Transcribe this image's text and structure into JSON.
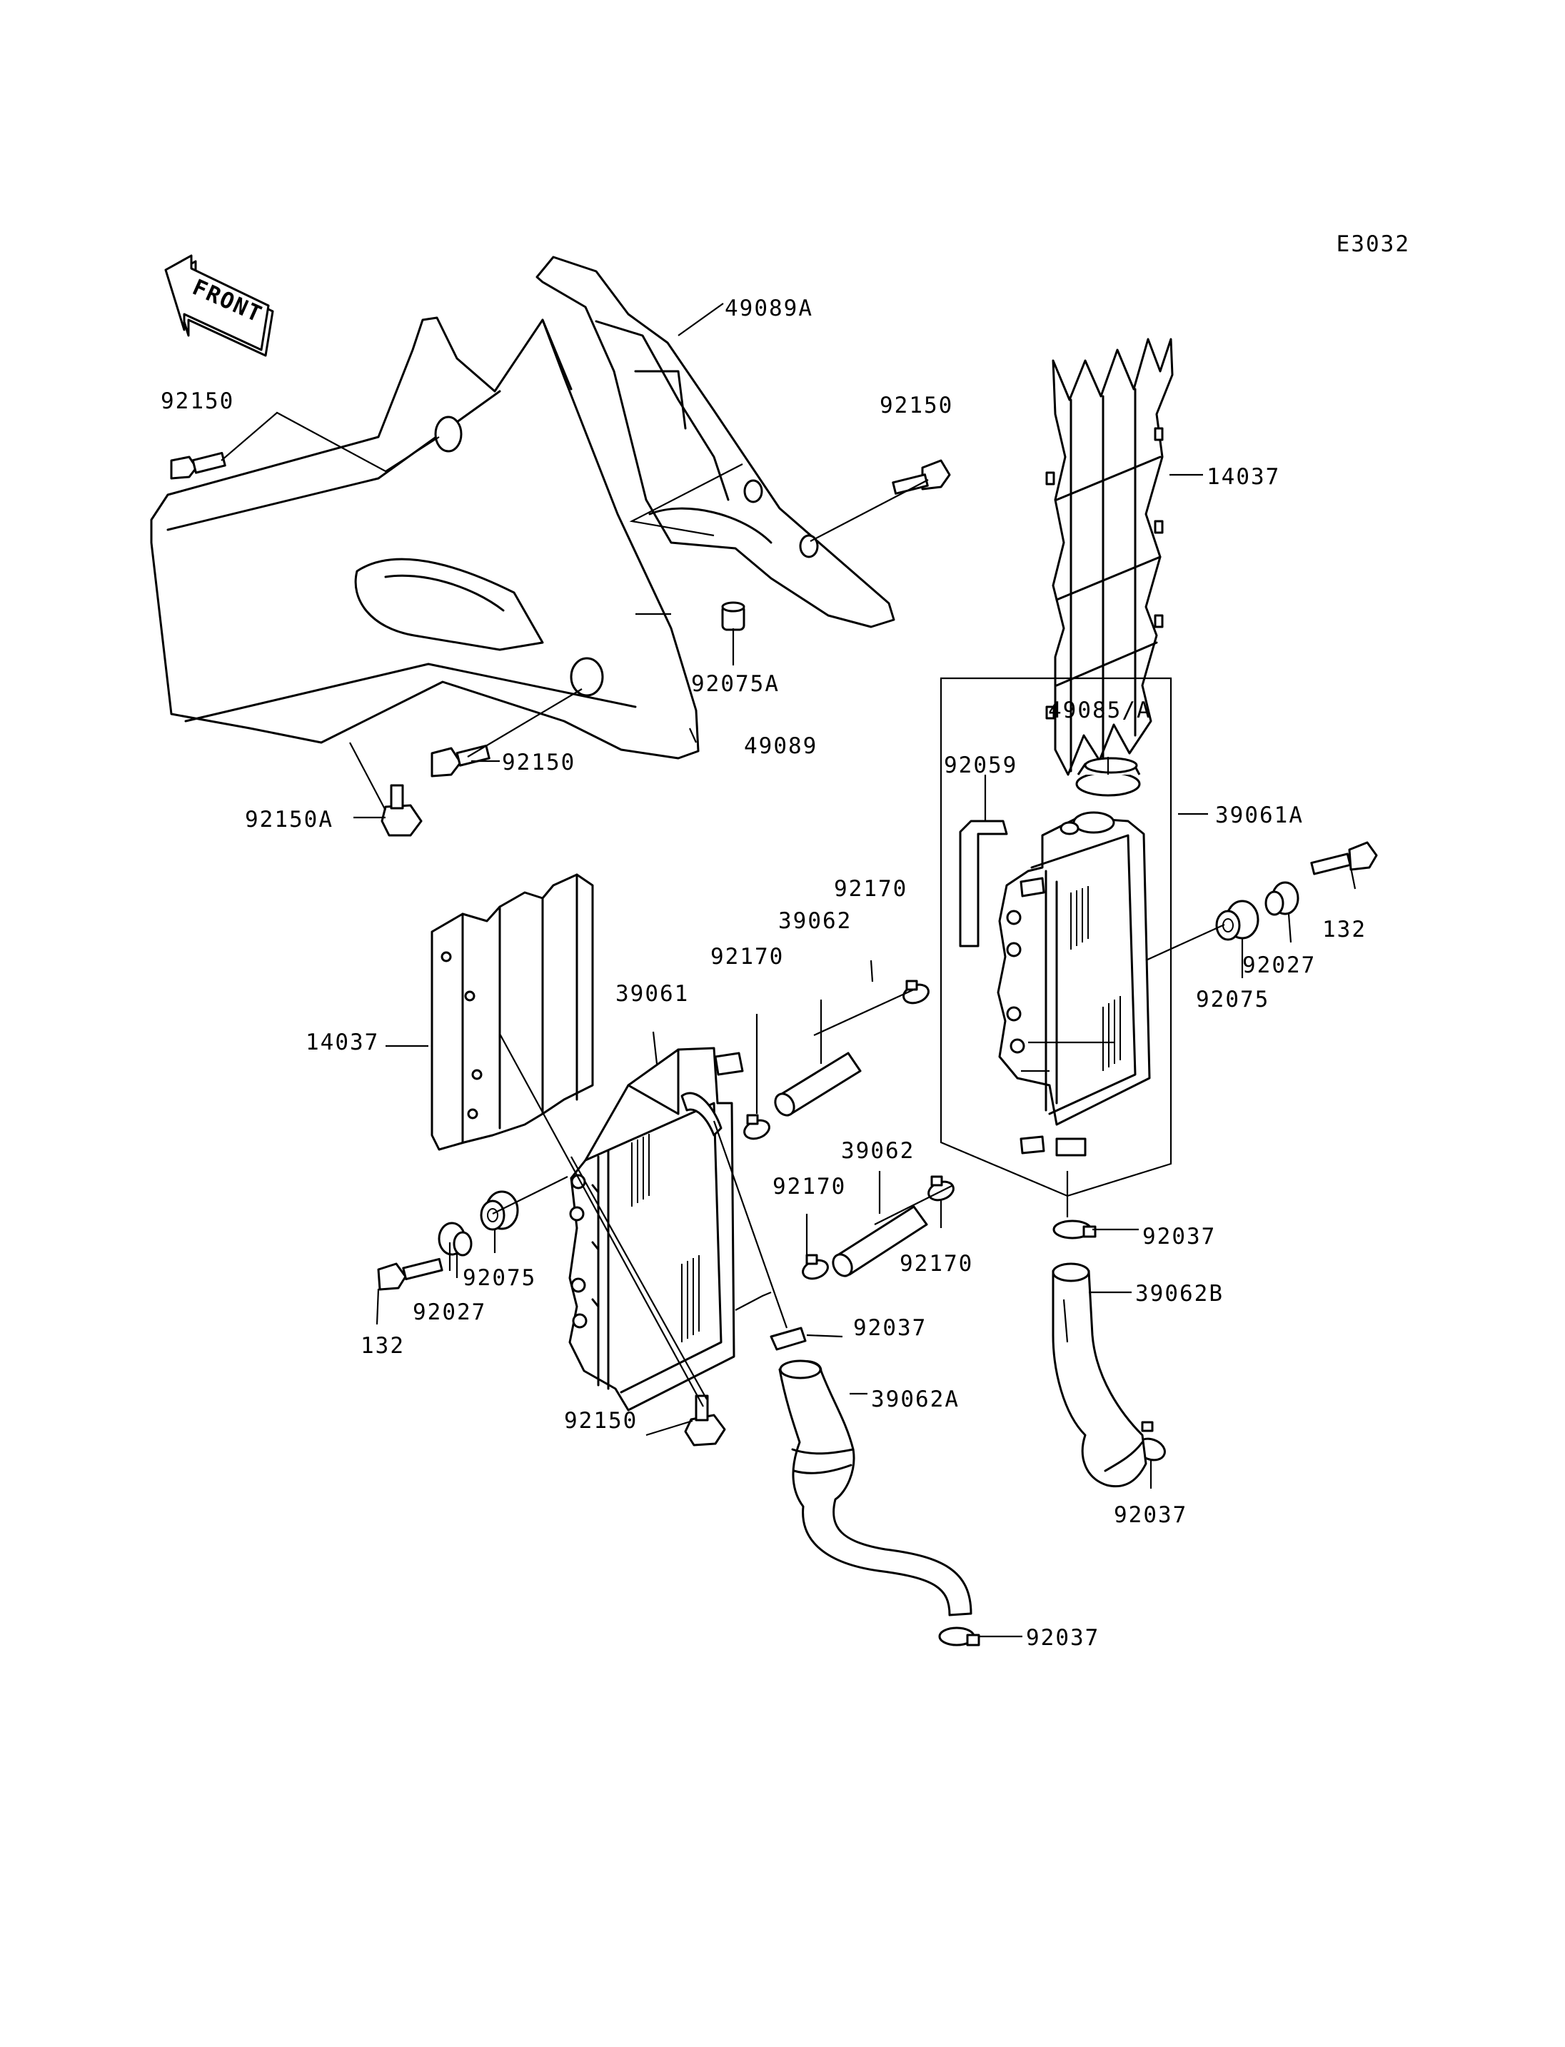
{
  "diagram_code": "E3032",
  "front_label": "FRONT",
  "labels": {
    "p49089A": "49089A",
    "p92150_tl": "92150",
    "p92150_tr": "92150",
    "p14037_r": "14037",
    "p92075A": "92075A",
    "p49089": "49089",
    "p92150_ml": "92150",
    "p92150A": "92150A",
    "p49085": "49085/A",
    "p92059": "92059",
    "p39061A": "39061A",
    "p132_r": "132",
    "p92027_r": "92027",
    "p92075_r": "92075",
    "p92170_a": "92170",
    "p39062_a": "39062",
    "p92170_b": "92170",
    "p39061": "39061",
    "p14037_l": "14037",
    "p39062_b": "39062",
    "p92170_c": "92170",
    "p92170_d": "92170",
    "p92037_r": "92037",
    "p39062B": "39062B",
    "p92075_l": "92075",
    "p92027_l": "92027",
    "p132_l": "132",
    "p92037_m": "92037",
    "p39062A": "39062A",
    "p92150_bl": "92150",
    "p92037_rb": "92037",
    "p92037_b": "92037"
  }
}
